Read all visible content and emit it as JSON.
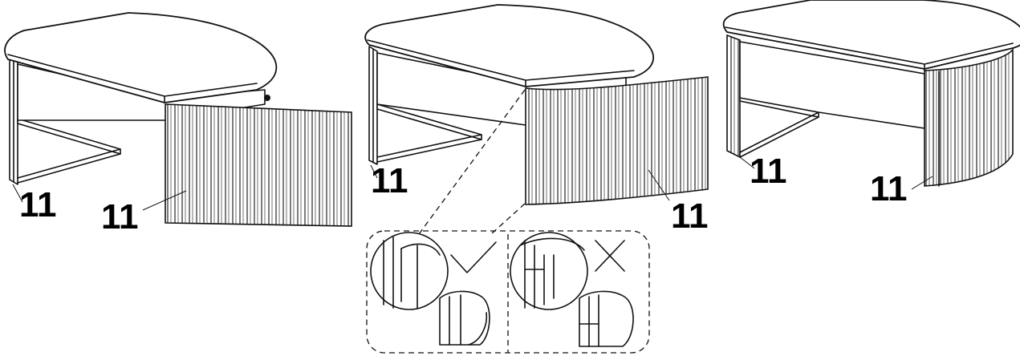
{
  "colors": {
    "ink": "#111111",
    "paper": "#ffffff"
  },
  "labels": {
    "step1_leg": "11",
    "step1_panel": "11",
    "step2_leg": "11",
    "step2_panel": "11",
    "step3_leg": "11",
    "step3_panel": "11"
  },
  "detail": {
    "correct_icon": "check-mark-icon",
    "wrong_icon": "cross-mark-icon"
  }
}
